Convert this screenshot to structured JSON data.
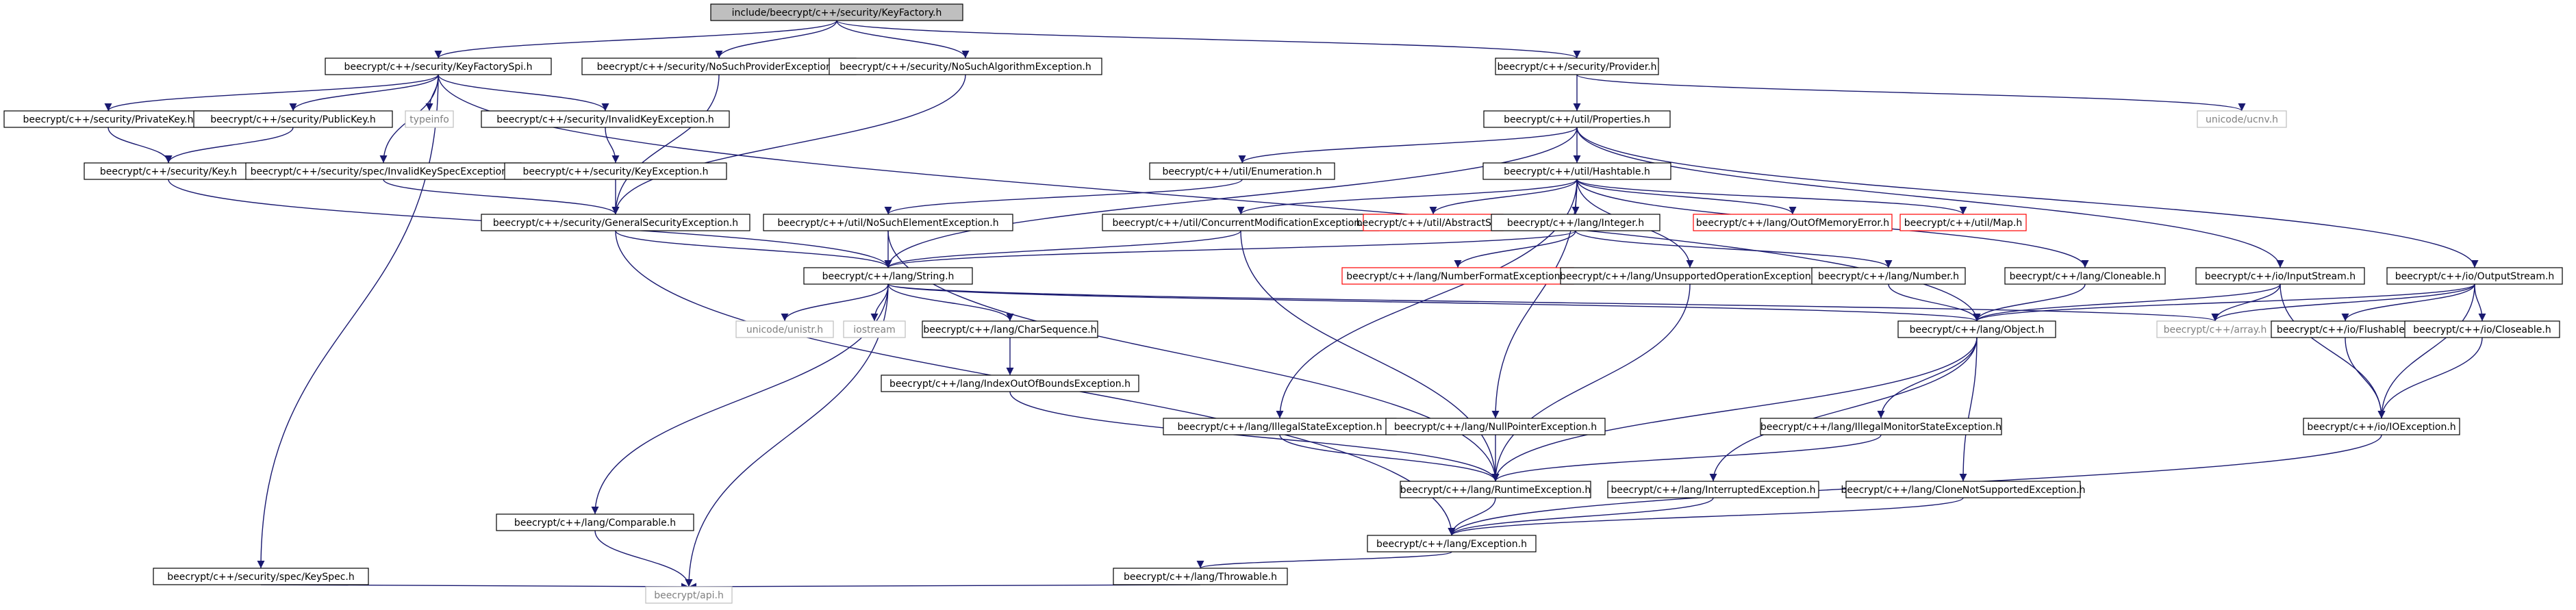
{
  "graph": {
    "colors": {
      "edge": "#191970",
      "box_border": "#000000",
      "missing_border": "#ff0000",
      "external_border": "#bfbfbf",
      "root_fill": "#bfbfbf",
      "external_text": "#808080"
    },
    "nodes": [
      {
        "id": "keyfactory",
        "label": "include/beecrypt/c++/security/KeyFactory.h",
        "kind": "root"
      },
      {
        "id": "keyfactoryspi",
        "label": "beecrypt/c++/security/KeyFactorySpi.h",
        "kind": "normal"
      },
      {
        "id": "nosuchprovider",
        "label": "beecrypt/c++/security/NoSuchProviderException.h",
        "kind": "normal"
      },
      {
        "id": "nosuchalgorithm",
        "label": "beecrypt/c++/security/NoSuchAlgorithmException.h",
        "kind": "normal"
      },
      {
        "id": "provider",
        "label": "beecrypt/c++/security/Provider.h",
        "kind": "normal"
      },
      {
        "id": "privatekey",
        "label": "beecrypt/c++/security/PrivateKey.h",
        "kind": "normal"
      },
      {
        "id": "publickey",
        "label": "beecrypt/c++/security/PublicKey.h",
        "kind": "normal"
      },
      {
        "id": "typeinfo",
        "label": "typeinfo",
        "kind": "external"
      },
      {
        "id": "invalidkeyexc",
        "label": "beecrypt/c++/security/InvalidKeyException.h",
        "kind": "normal"
      },
      {
        "id": "ucnv",
        "label": "unicode/ucnv.h",
        "kind": "external"
      },
      {
        "id": "properties",
        "label": "beecrypt/c++/util/Properties.h",
        "kind": "normal"
      },
      {
        "id": "key",
        "label": "beecrypt/c++/security/Key.h",
        "kind": "normal"
      },
      {
        "id": "invalidkeyspec",
        "label": "beecrypt/c++/security/spec/InvalidKeySpecException.h",
        "kind": "normal"
      },
      {
        "id": "keyexc",
        "label": "beecrypt/c++/security/KeyException.h",
        "kind": "normal"
      },
      {
        "id": "enumeration",
        "label": "beecrypt/c++/util/Enumeration.h",
        "kind": "normal"
      },
      {
        "id": "hashtable",
        "label": "beecrypt/c++/util/Hashtable.h",
        "kind": "normal"
      },
      {
        "id": "generalsecurity",
        "label": "beecrypt/c++/security/GeneralSecurityException.h",
        "kind": "normal"
      },
      {
        "id": "nosuchelement",
        "label": "beecrypt/c++/util/NoSuchElementException.h",
        "kind": "normal"
      },
      {
        "id": "concurrentmod",
        "label": "beecrypt/c++/util/ConcurrentModificationException.h",
        "kind": "normal"
      },
      {
        "id": "abstractset",
        "label": "beecrypt/c++/util/AbstractSet.h",
        "kind": "missing"
      },
      {
        "id": "integer",
        "label": "beecrypt/c++/lang/Integer.h",
        "kind": "normal"
      },
      {
        "id": "outofmemory",
        "label": "beecrypt/c++/lang/OutOfMemoryError.h",
        "kind": "missing"
      },
      {
        "id": "map",
        "label": "beecrypt/c++/util/Map.h",
        "kind": "missing"
      },
      {
        "id": "string",
        "label": "beecrypt/c++/lang/String.h",
        "kind": "normal"
      },
      {
        "id": "numberformat",
        "label": "beecrypt/c++/lang/NumberFormatException.h",
        "kind": "missing"
      },
      {
        "id": "unsupportedop",
        "label": "beecrypt/c++/lang/UnsupportedOperationException.h",
        "kind": "normal"
      },
      {
        "id": "number",
        "label": "beecrypt/c++/lang/Number.h",
        "kind": "normal"
      },
      {
        "id": "cloneable",
        "label": "beecrypt/c++/lang/Cloneable.h",
        "kind": "normal"
      },
      {
        "id": "inputstream",
        "label": "beecrypt/c++/io/InputStream.h",
        "kind": "normal"
      },
      {
        "id": "outputstream",
        "label": "beecrypt/c++/io/OutputStream.h",
        "kind": "normal"
      },
      {
        "id": "unistr",
        "label": "unicode/unistr.h",
        "kind": "external"
      },
      {
        "id": "iostream",
        "label": "iostream",
        "kind": "external"
      },
      {
        "id": "charsequence",
        "label": "beecrypt/c++/lang/CharSequence.h",
        "kind": "normal"
      },
      {
        "id": "object",
        "label": "beecrypt/c++/lang/Object.h",
        "kind": "normal"
      },
      {
        "id": "array",
        "label": "beecrypt/c++/array.h",
        "kind": "external"
      },
      {
        "id": "flushable",
        "label": "beecrypt/c++/io/Flushable.h",
        "kind": "normal"
      },
      {
        "id": "closeable",
        "label": "beecrypt/c++/io/Closeable.h",
        "kind": "normal"
      },
      {
        "id": "indexoutofbounds",
        "label": "beecrypt/c++/lang/IndexOutOfBoundsException.h",
        "kind": "normal"
      },
      {
        "id": "illegalstate",
        "label": "beecrypt/c++/lang/IllegalStateException.h",
        "kind": "normal"
      },
      {
        "id": "nullpointer",
        "label": "beecrypt/c++/lang/NullPointerException.h",
        "kind": "normal"
      },
      {
        "id": "illegalmonitor",
        "label": "beecrypt/c++/lang/IllegalMonitorStateException.h",
        "kind": "normal"
      },
      {
        "id": "ioexception",
        "label": "beecrypt/c++/io/IOException.h",
        "kind": "normal"
      },
      {
        "id": "runtimeexc",
        "label": "beecrypt/c++/lang/RuntimeException.h",
        "kind": "normal"
      },
      {
        "id": "interrupted",
        "label": "beecrypt/c++/lang/InterruptedException.h",
        "kind": "normal"
      },
      {
        "id": "clonenotsupported",
        "label": "beecrypt/c++/lang/CloneNotSupportedException.h",
        "kind": "normal"
      },
      {
        "id": "comparable",
        "label": "beecrypt/c++/lang/Comparable.h",
        "kind": "normal"
      },
      {
        "id": "exception",
        "label": "beecrypt/c++/lang/Exception.h",
        "kind": "normal"
      },
      {
        "id": "keyspec",
        "label": "beecrypt/c++/security/spec/KeySpec.h",
        "kind": "normal"
      },
      {
        "id": "throwable",
        "label": "beecrypt/c++/lang/Throwable.h",
        "kind": "normal"
      },
      {
        "id": "api",
        "label": "beecrypt/api.h",
        "kind": "external"
      }
    ],
    "edges": [
      [
        "keyfactory",
        "keyfactoryspi"
      ],
      [
        "keyfactory",
        "nosuchprovider"
      ],
      [
        "keyfactory",
        "nosuchalgorithm"
      ],
      [
        "keyfactory",
        "provider"
      ],
      [
        "keyfactoryspi",
        "privatekey"
      ],
      [
        "keyfactoryspi",
        "publickey"
      ],
      [
        "keyfactoryspi",
        "typeinfo"
      ],
      [
        "keyfactoryspi",
        "invalidkeyexc"
      ],
      [
        "keyfactoryspi",
        "invalidkeyspec"
      ],
      [
        "keyfactoryspi",
        "keyspec"
      ],
      [
        "keyfactoryspi",
        "object"
      ],
      [
        "nosuchprovider",
        "generalsecurity"
      ],
      [
        "nosuchalgorithm",
        "generalsecurity"
      ],
      [
        "provider",
        "properties"
      ],
      [
        "provider",
        "ucnv"
      ],
      [
        "privatekey",
        "key"
      ],
      [
        "publickey",
        "key"
      ],
      [
        "key",
        "string"
      ],
      [
        "invalidkeyexc",
        "keyexc"
      ],
      [
        "keyexc",
        "generalsecurity"
      ],
      [
        "invalidkeyspec",
        "generalsecurity"
      ],
      [
        "generalsecurity",
        "string"
      ],
      [
        "generalsecurity",
        "exception"
      ],
      [
        "properties",
        "string"
      ],
      [
        "properties",
        "enumeration"
      ],
      [
        "properties",
        "hashtable"
      ],
      [
        "properties",
        "inputstream"
      ],
      [
        "properties",
        "outputstream"
      ],
      [
        "enumeration",
        "nosuchelement"
      ],
      [
        "hashtable",
        "concurrentmod"
      ],
      [
        "hashtable",
        "abstractset"
      ],
      [
        "hashtable",
        "integer"
      ],
      [
        "hashtable",
        "outofmemory"
      ],
      [
        "hashtable",
        "map"
      ],
      [
        "hashtable",
        "unsupportedop"
      ],
      [
        "hashtable",
        "cloneable"
      ],
      [
        "hashtable",
        "illegalstate"
      ],
      [
        "hashtable",
        "nullpointer"
      ],
      [
        "nosuchelement",
        "string"
      ],
      [
        "nosuchelement",
        "runtimeexc"
      ],
      [
        "concurrentmod",
        "string"
      ],
      [
        "concurrentmod",
        "runtimeexc"
      ],
      [
        "integer",
        "string"
      ],
      [
        "integer",
        "numberformat"
      ],
      [
        "integer",
        "number"
      ],
      [
        "number",
        "object"
      ],
      [
        "cloneable",
        "object"
      ],
      [
        "inputstream",
        "object"
      ],
      [
        "inputstream",
        "array"
      ],
      [
        "inputstream",
        "ioexception"
      ],
      [
        "outputstream",
        "object"
      ],
      [
        "outputstream",
        "array"
      ],
      [
        "outputstream",
        "flushable"
      ],
      [
        "outputstream",
        "closeable"
      ],
      [
        "outputstream",
        "ioexception"
      ],
      [
        "flushable",
        "ioexception"
      ],
      [
        "closeable",
        "ioexception"
      ],
      [
        "string",
        "unistr"
      ],
      [
        "string",
        "iostream"
      ],
      [
        "string",
        "charsequence"
      ],
      [
        "string",
        "object"
      ],
      [
        "string",
        "array"
      ],
      [
        "string",
        "comparable"
      ],
      [
        "string",
        "api"
      ],
      [
        "charsequence",
        "indexoutofbounds"
      ],
      [
        "indexoutofbounds",
        "runtimeexc"
      ],
      [
        "unsupportedop",
        "runtimeexc"
      ],
      [
        "illegalstate",
        "runtimeexc"
      ],
      [
        "nullpointer",
        "runtimeexc"
      ],
      [
        "object",
        "illegalmonitor"
      ],
      [
        "object",
        "interrupted"
      ],
      [
        "object",
        "clonenotsupported"
      ],
      [
        "object",
        "runtimeexc"
      ],
      [
        "illegalmonitor",
        "runtimeexc"
      ],
      [
        "runtimeexc",
        "exception"
      ],
      [
        "interrupted",
        "exception"
      ],
      [
        "clonenotsupported",
        "exception"
      ],
      [
        "ioexception",
        "exception"
      ],
      [
        "exception",
        "throwable"
      ],
      [
        "throwable",
        "api"
      ],
      [
        "comparable",
        "api"
      ],
      [
        "keyspec",
        "api"
      ]
    ]
  }
}
